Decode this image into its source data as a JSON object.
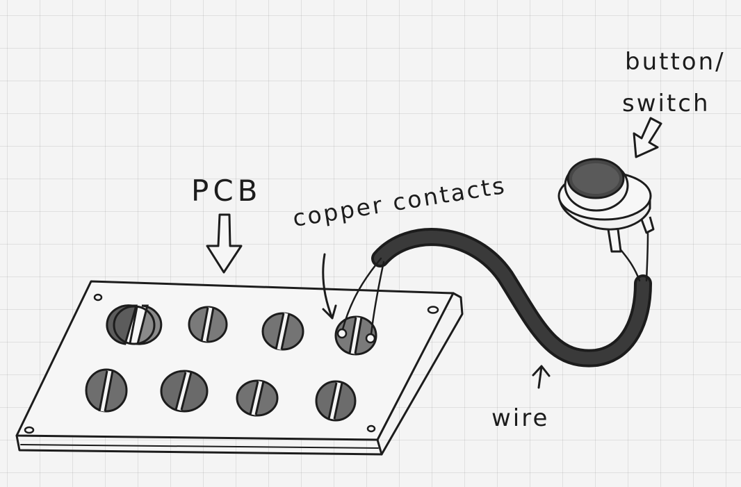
{
  "labels": {
    "pcb": "PCB",
    "copper_contacts": "copper contacts",
    "button_line1": "button/",
    "button_line2": "switch",
    "wire": "wire"
  },
  "colors": {
    "ink": "#1c1c1c",
    "paper": "#f4f4f4",
    "grid": "#969696",
    "contact_fill": "#707070",
    "button_cap": "#4a4a4a"
  }
}
